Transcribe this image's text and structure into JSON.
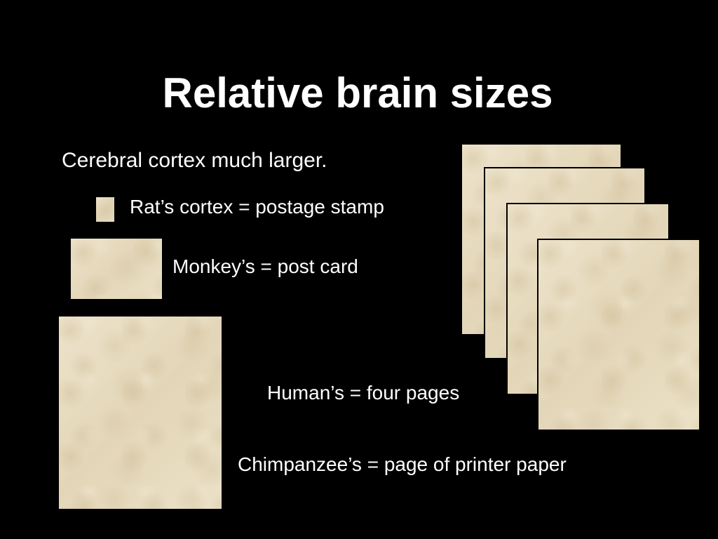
{
  "slide": {
    "title": "Relative brain sizes",
    "intro": "Cerebral cortex much larger.",
    "items": [
      {
        "label": "Rat’s cortex = postage stamp"
      },
      {
        "label": "Monkey’s = post card"
      },
      {
        "label": "Human’s = four pages"
      },
      {
        "label": "Chimpanzee’s = page of printer paper"
      }
    ]
  },
  "colors": {
    "background": "#000000",
    "text": "#ffffff",
    "paper": "#eadfc5"
  }
}
